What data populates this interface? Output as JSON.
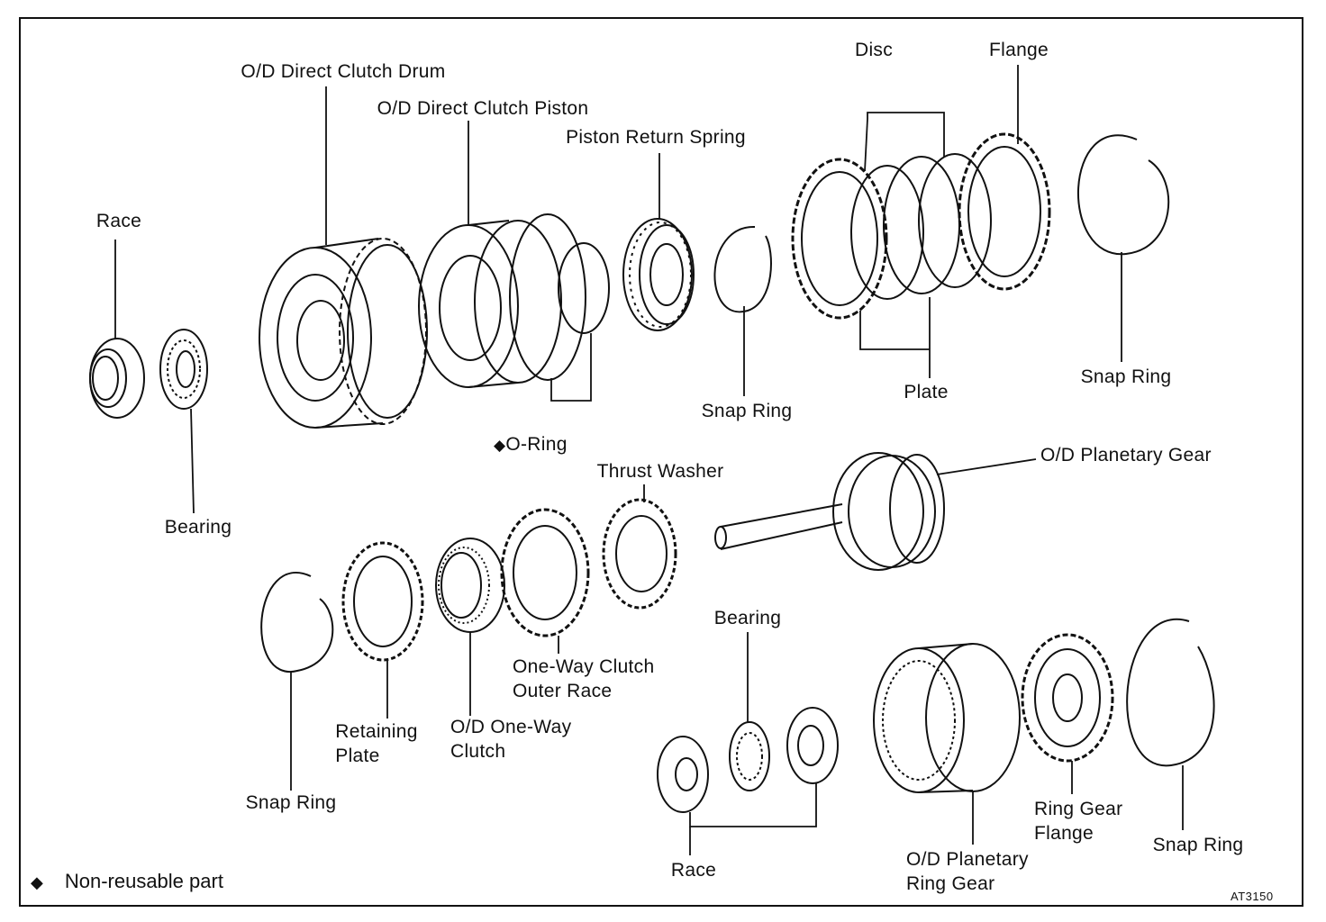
{
  "figure_id": "AT3150",
  "legend": {
    "symbol": "◆",
    "text": "Non-reusable part"
  },
  "labels": {
    "od_direct_clutch_drum": "O/D Direct Clutch Drum",
    "od_direct_clutch_piston": "O/D Direct Clutch Piston",
    "piston_return_spring": "Piston Return Spring",
    "disc": "Disc",
    "flange": "Flange",
    "race_top": "Race",
    "bearing_top": "Bearing",
    "snap_ring_top_mid": "Snap Ring",
    "snap_ring_top_right": "Snap Ring",
    "plate": "Plate",
    "o_ring": "O-Ring",
    "o_ring_marker": "◆",
    "thrust_washer": "Thrust Washer",
    "od_planetary_gear": "O/D Planetary Gear",
    "snap_ring_bottom_left": "Snap Ring",
    "retaining_plate_1": "Retaining",
    "retaining_plate_2": "Plate",
    "od_one_way_clutch_1": "O/D One-Way",
    "od_one_way_clutch_2": "Clutch",
    "one_way_outer_race_1": "One-Way Clutch",
    "one_way_outer_race_2": "Outer Race",
    "bearing_bottom": "Bearing",
    "race_bottom": "Race",
    "od_planetary_ring_gear_1": "O/D Planetary",
    "od_planetary_ring_gear_2": "Ring Gear",
    "ring_gear_flange_1": "Ring Gear",
    "ring_gear_flange_2": "Flange",
    "snap_ring_bottom_right": "Snap Ring"
  },
  "colors": {
    "ink": "#111111",
    "paper": "#ffffff"
  }
}
